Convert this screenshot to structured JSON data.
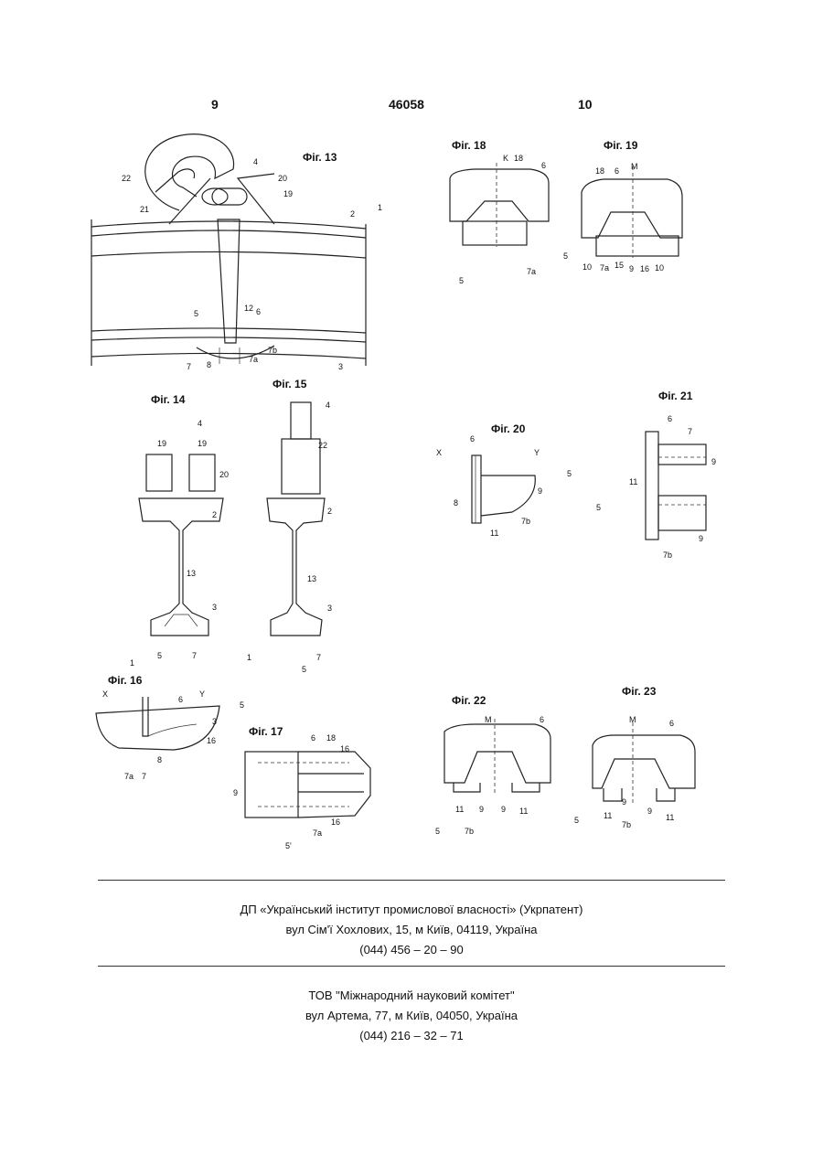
{
  "header": {
    "left_page": "9",
    "patent_number": "46058",
    "right_page": "10"
  },
  "figures": {
    "fig13": {
      "caption": "Фіг. 13",
      "labels": [
        "22",
        "4",
        "20",
        "19",
        "21",
        "2",
        "1",
        "5",
        "12",
        "6",
        "7",
        "8",
        "7a",
        "7b",
        "3"
      ]
    },
    "fig14": {
      "caption": "Фіг. 14",
      "labels": [
        "4",
        "19",
        "19",
        "20",
        "2",
        "13",
        "3",
        "1",
        "5",
        "7"
      ]
    },
    "fig15": {
      "caption": "Фіг. 15",
      "labels": [
        "4",
        "22",
        "2",
        "13",
        "3",
        "1",
        "5",
        "7"
      ]
    },
    "fig16": {
      "caption": "Фіг. 16",
      "labels": [
        "X",
        "Y",
        "5",
        "6",
        "3",
        "16",
        "7a",
        "7",
        "8"
      ]
    },
    "fig17": {
      "caption": "Фіг. 17",
      "labels": [
        "6",
        "18",
        "16",
        "9",
        "7a",
        "16",
        "5'"
      ]
    },
    "fig18": {
      "caption": "Фіг. 18",
      "labels": [
        "K",
        "18",
        "6",
        "5",
        "7a"
      ]
    },
    "fig19": {
      "caption": "Фіг. 19",
      "labels": [
        "18",
        "6",
        "M",
        "5",
        "10",
        "7a",
        "15",
        "9",
        "16",
        "10"
      ]
    },
    "fig20": {
      "caption": "Фіг. 20",
      "labels": [
        "X",
        "6",
        "Y",
        "5",
        "9",
        "8",
        "7b",
        "11"
      ]
    },
    "fig21": {
      "caption": "Фіг. 21",
      "labels": [
        "6",
        "7",
        "9",
        "11",
        "5",
        "9",
        "7b"
      ]
    },
    "fig22": {
      "caption": "Фіг. 22",
      "labels": [
        "M",
        "6",
        "11",
        "9",
        "9",
        "11",
        "5",
        "7b"
      ]
    },
    "fig23": {
      "caption": "Фіг. 23",
      "labels": [
        "M",
        "6",
        "5",
        "11",
        "9",
        "7b",
        "9",
        "11"
      ]
    }
  },
  "footer": {
    "block1": {
      "line1": "ДП «Український інститут промислової власності» (Укрпатент)",
      "line2": "вул  Сім'ї Хохлових, 15, м  Київ, 04119, Україна",
      "line3": "(044) 456 – 20 –  90"
    },
    "block2": {
      "line1": "ТОВ \"Міжнародний науковий комітет\"",
      "line2": "вул  Артема, 77, м  Київ, 04050, Україна",
      "line3": "(044) 216 – 32 – 71"
    }
  }
}
